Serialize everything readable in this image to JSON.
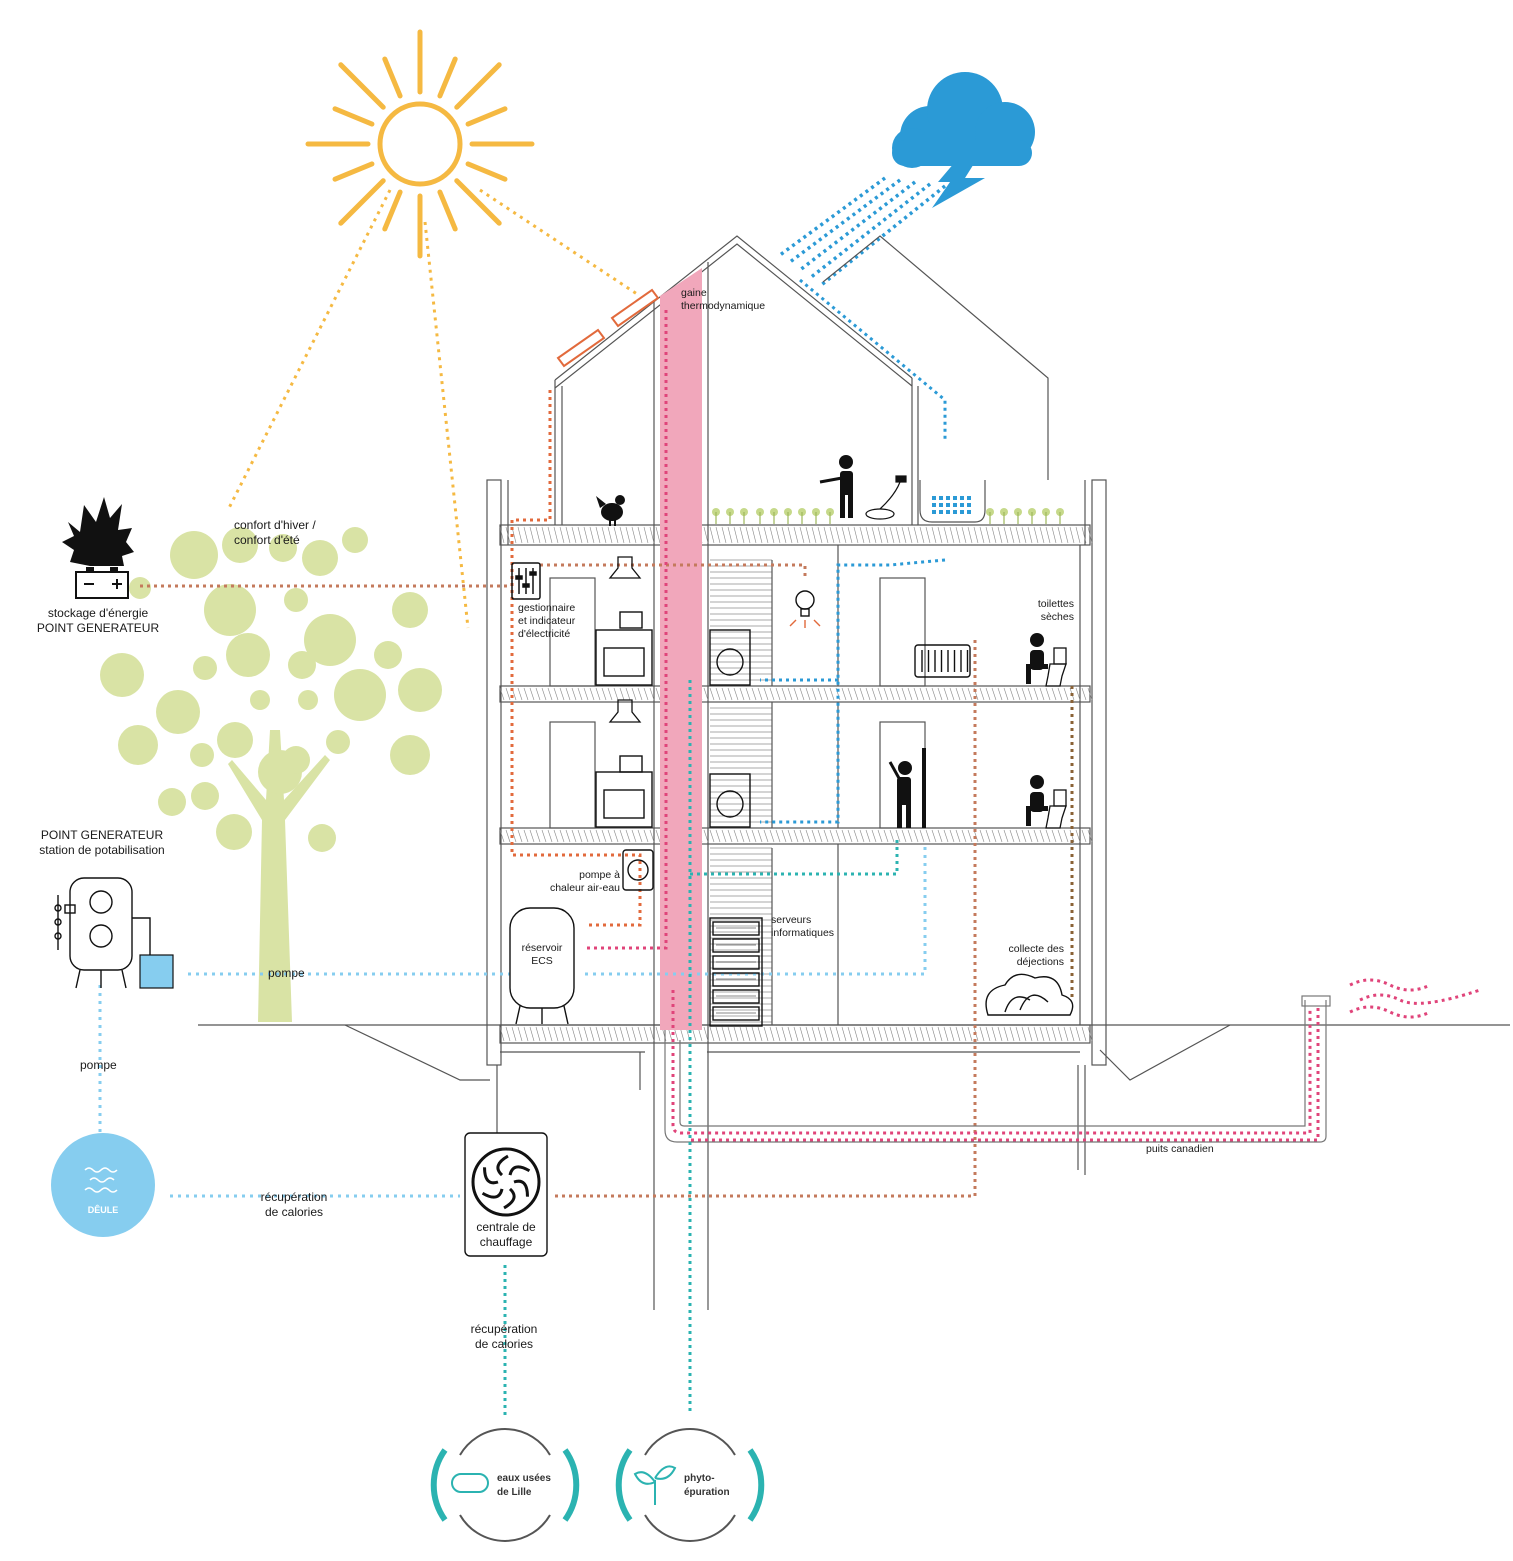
{
  "colors": {
    "sun": "#f5b942",
    "rain": "#2b9ad6",
    "solar": "#e26a3c",
    "gaine": "#f1a7bb",
    "hot": "#e0447a",
    "heat": "#c47a5c",
    "water_light": "#86cdef",
    "teal": "#2bb3b1",
    "brown": "#8a6236",
    "tree": "#d9e3a5",
    "structure": "#555555"
  },
  "labels": {
    "gaine": "gaine\nthermodynamique",
    "confort": "confort d'hiver /\nconfort d'été",
    "stockage": "stockage d'énergie\nPOINT GENERATEUR",
    "gestionnaire": "gestionnaire\net indicateur\nd'électricité",
    "toilettes": "toilettes\nsèches",
    "point_gen": "POINT GENERATEUR\nstation de potabilisation",
    "pompe_chaleur": "pompe à\nchaleur air-eau",
    "reservoir": "réservoir\nECS",
    "serveurs": "serveurs\ninformatiques",
    "collecte": "collecte des\ndéjections",
    "pompe_h": "pompe",
    "pompe_v": "pompe",
    "recup_left": "récupération\nde calories",
    "centrale": "centrale de\nchauffage",
    "recup_bottom": "récupération\nde calories",
    "puits": "puits canadien",
    "deule": "DÊULE",
    "eaux": "eaux usées\nde Lille",
    "phyto": "phyto-\népuration"
  }
}
